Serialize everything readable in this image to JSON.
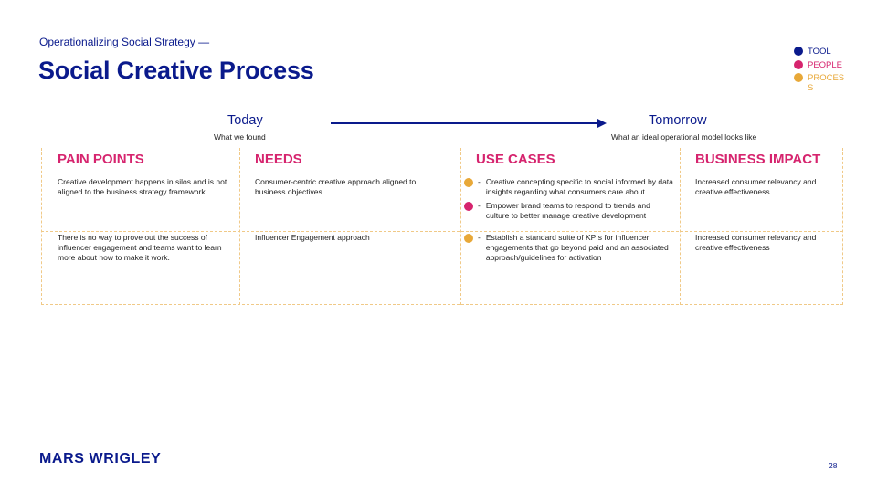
{
  "header": {
    "eyebrow": "Operationalizing Social Strategy —",
    "title": "Social Creative Process"
  },
  "legend": {
    "items": [
      {
        "label": "TOOL",
        "color": "#0a1a8c"
      },
      {
        "label": "PEOPLE",
        "color": "#d6246e"
      },
      {
        "label": "PROCESS",
        "color": "#e8a838"
      }
    ]
  },
  "timeline": {
    "today": "Today",
    "today_sub": "What we found",
    "tomorrow": "Tomorrow",
    "tomorrow_sub": "What an ideal operational model looks like"
  },
  "table": {
    "headers": [
      "PAIN POINTS",
      "NEEDS",
      "USE CASES",
      "BUSINESS IMPACT"
    ],
    "rows": [
      {
        "pain_point": "Creative development happens in silos and is not aligned to the business strategy framework.",
        "need": "Consumer-centric creative approach aligned to business objectives",
        "use_cases": [
          {
            "type": "PROCESS",
            "color": "#e8a838",
            "text": "Creative concepting specific to social informed by data insights regarding what consumers care about"
          },
          {
            "type": "PEOPLE",
            "color": "#d6246e",
            "text": "Empower brand teams to respond to trends and culture to better manage creative development"
          }
        ],
        "impact": "Increased consumer relevancy and creative effectiveness"
      },
      {
        "pain_point": "There is no way to prove out the success of influencer engagement and teams want to learn more about how to make it work.",
        "need": "Influencer Engagement approach",
        "use_cases": [
          {
            "type": "PROCESS",
            "color": "#e8a838",
            "text": "Establish a standard suite of KPIs for influencer engagements that go beyond paid and an associated approach/guidelines for activation"
          }
        ],
        "impact": "Increased consumer relevancy and creative effectiveness"
      }
    ]
  },
  "footer": {
    "logo": "MARS WRIGLEY",
    "page_number": "28"
  }
}
